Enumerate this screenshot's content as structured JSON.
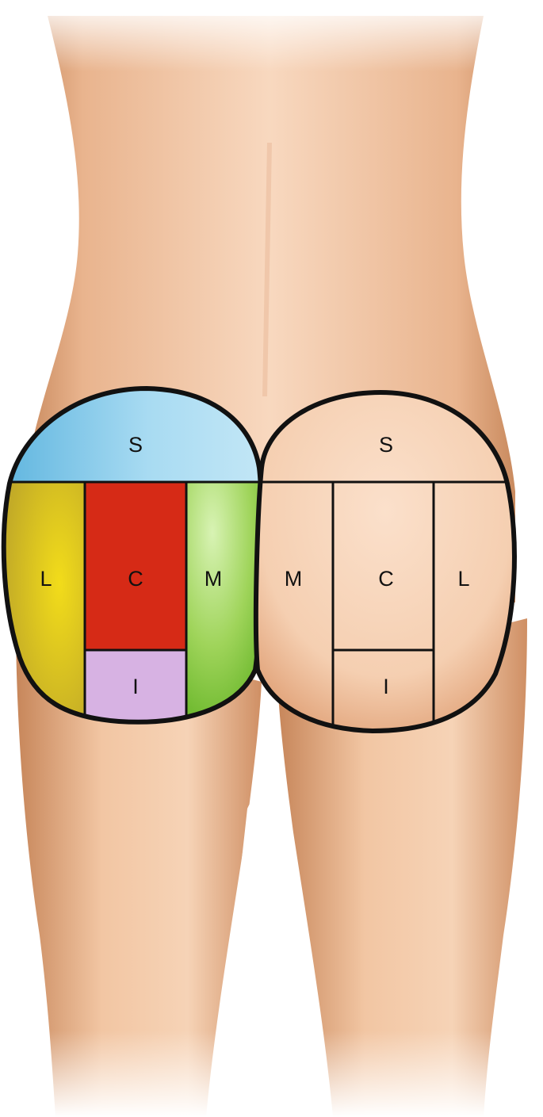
{
  "left_buttock": {
    "label_superior": "S",
    "label_lateral": "L",
    "label_central": "C",
    "label_medial": "M",
    "label_inferior": "I",
    "colors": {
      "superior": "#9fd6ef",
      "lateral": "#e8d00c",
      "central": "#d62a16",
      "medial": "#8fce4c",
      "inferior": "#d7b2e3"
    }
  },
  "right_buttock": {
    "label_superior": "S",
    "label_medial": "M",
    "label_central": "C",
    "label_lateral": "L",
    "label_inferior": "I"
  },
  "colors": {
    "skin": "#f2c6a3",
    "outline": "#111111"
  }
}
